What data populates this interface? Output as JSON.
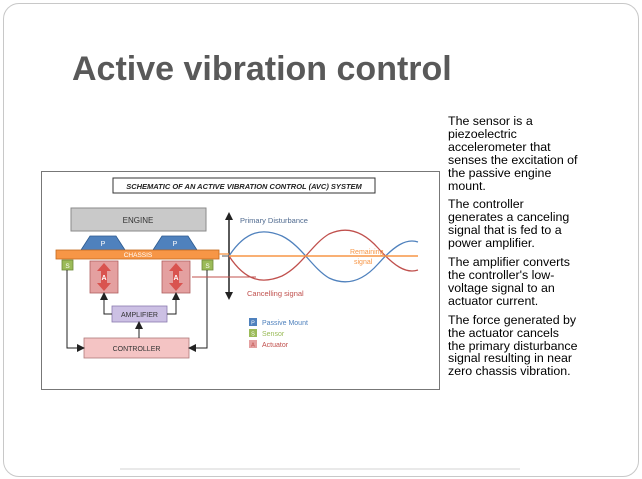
{
  "slide": {
    "title": "Active vibration control",
    "paragraphs": [
      "The sensor is a piezoelectric accelerometer that senses the excitation of the passive engine mount.",
      "The controller generates a canceling signal that is fed to a power amplifier.",
      "The amplifier converts the controller's low-voltage signal to an actuator current.",
      "The force generated by the actuator cancels the primary disturbance signal resulting in near zero chassis vibration."
    ]
  },
  "diagram": {
    "heading": "SCHEMATIC OF AN ACTIVE VIBRATION CONTROL (AVC) SYSTEM",
    "engine": "ENGINE",
    "chassis": "CHASSIS",
    "mount_letter": "P",
    "sensor_letter": "S",
    "actuator_letter": "A",
    "amplifier": "AMPLIFIER",
    "controller": "CONTROLLER",
    "primary_disturbance": "Primary Disturbance",
    "remaining_signal_1": "Remaining",
    "remaining_signal_2": "signal",
    "cancelling_signal": "Cancelling signal",
    "legend": {
      "passive_mount": "Passive Mount",
      "sensor": "Sensor",
      "actuator": "Actuator"
    },
    "colors": {
      "engine": "#c9c9c9",
      "mount": "#4f81bd",
      "chassis": "#f79646",
      "sensor": "#9bbb59",
      "actuator": "#e4a0a0",
      "actuator_arrow": "#d9534f",
      "amplifier": "#ccc0e4",
      "controller": "#f4c4c4",
      "primary_wave": "#4f81bd",
      "cancel_wave": "#c0504d",
      "remaining_wave": "#f79646"
    }
  }
}
